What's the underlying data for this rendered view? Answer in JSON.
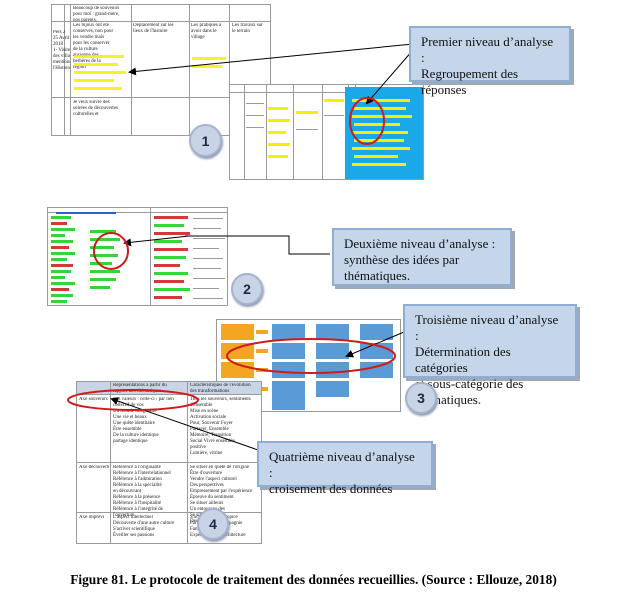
{
  "callouts": [
    {
      "line1": "Premier niveau d’analyse :",
      "line2": "Regroupement des réponses",
      "line3": ""
    },
    {
      "line1": "Deuxième niveau d’analyse :",
      "line2": "synthèse des idées par",
      "line3": "thématiques."
    },
    {
      "line1": "Troisième niveau d’analyse :",
      "line2": "Détermination des catégories",
      "line3": "et sous-catégorie des",
      "line4": "thématiques."
    },
    {
      "line1": "Quatrième niveau d’analyse :",
      "line2": "croisement des données",
      "line3": ""
    }
  ],
  "badges": [
    "1",
    "2",
    "3",
    "4"
  ],
  "caption": "Figure 81. Le protocole de traitement des données recueillies. (Source : Ellouze, 2018)",
  "colors": {
    "callout_fill": "#c5d5ea",
    "callout_border": "#8eaed4",
    "badge_fill": "#c9d3e6",
    "highlight_yellow": "#f4f000",
    "highlight_green": "#35d43a",
    "highlight_red": "#d23a3a",
    "annotation_red": "#d11a1a",
    "step_orange": "#f4a623",
    "step_blue": "#5b9bd5"
  }
}
